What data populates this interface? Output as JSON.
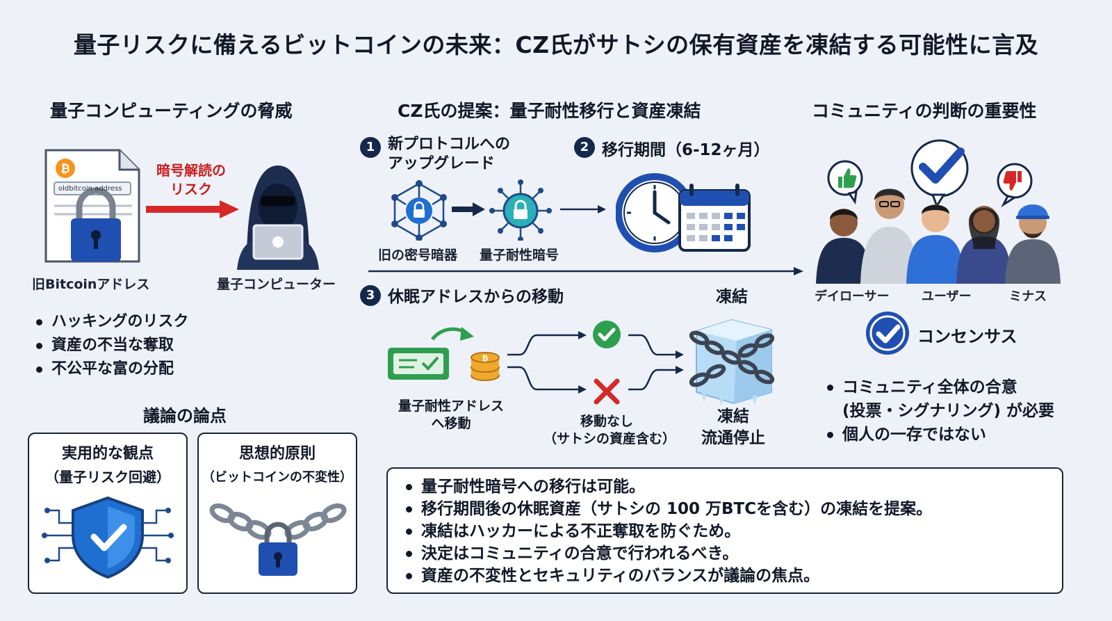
{
  "title": "量子リスクに備えるビットコインの未来：CZ氏がサトシの保有資産を凍結する可能性に言及",
  "left": {
    "heading": "量子コンピューティングの脅威",
    "doc_text": "oldbitcoin address",
    "arrow_label_line1": "暗号解読の",
    "arrow_label_line2": "リスク",
    "old_address_label": "旧Bitcoinアドレス",
    "quantum_computer_label": "量子コンピューター",
    "risks": [
      "ハッキングのリスク",
      "資産の不当な奪取",
      "不公平な富の分配"
    ],
    "debate_heading": "議論の論点",
    "practical_title": "実用的な観点",
    "practical_sub": "（量子リスク回避）",
    "principle_title": "思想的原則",
    "principle_sub": "（ビットコインの不変性）"
  },
  "middle": {
    "heading": "CZ氏の提案：量子耐性移行と資産凍結",
    "step1_num": "1",
    "step1_line1": "新プロトコルへの",
    "step1_line2": "アップグレード",
    "step2_num": "2",
    "step2_label": "移行期間（6-12ヶ月）",
    "old_crypto_label": "旧の密号暗器",
    "quantum_crypto_label": "量子耐性暗号",
    "step3_num": "3",
    "step3_label": "休眠アドレスからの移動",
    "freeze_title": "凍結",
    "move_label_line1": "量子耐性アドレス",
    "move_label_line2": "へ移動",
    "no_move_line1": "移動なし",
    "no_move_line2": "（サトシの資産含む）",
    "frozen_line1": "凍結",
    "frozen_line2": "流通停止"
  },
  "right": {
    "heading": "コミュニティの判断の重要性",
    "groups": [
      "デイローサー",
      "ユーザー",
      "ミナス"
    ],
    "consensus_label": "コンセンサス",
    "points": [
      "コミュニティ全体の合意",
      "(投票・シグナリング) が必要",
      "個人の一存ではない"
    ]
  },
  "summary": [
    "量子耐性暗号への移行は可能。",
    "移行期間後の休眠資産（サトシの 100 万BTCを含む）の凍結を提案。",
    "凍結はハッカーによる不正奪取を防ぐため。",
    "決定はコミュニティの合意で行われるべき。",
    "資産の不変性とセキュリティのバランスが議論の焦点。"
  ],
  "colors": {
    "navy": "#15284b",
    "blue": "#1f5fbf",
    "red": "#d62828",
    "green": "#2e9e4f",
    "bitcoin": "#f7931a",
    "ice": "#b8dcf5"
  }
}
